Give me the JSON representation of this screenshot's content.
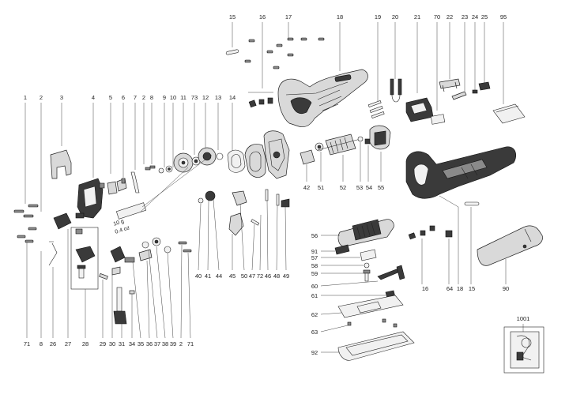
{
  "labels": {
    "top": [
      "15",
      "16",
      "17",
      "18",
      "19",
      "20",
      "21",
      "70",
      "22",
      "23",
      "24",
      "25",
      "95"
    ],
    "left_top": [
      "1",
      "2",
      "3",
      "4",
      "5",
      "6",
      "7",
      "2",
      "8",
      "9",
      "10",
      "11",
      "73",
      "12",
      "13",
      "14"
    ],
    "mid": [
      "42",
      "51",
      "52",
      "53",
      "54",
      "55"
    ],
    "bottom_left": [
      "71",
      "8",
      "26",
      "27",
      "28",
      "29",
      "30",
      "31",
      "34",
      "35",
      "36",
      "37",
      "38",
      "39",
      "2",
      "71"
    ],
    "bottom_mid": [
      "40",
      "41",
      "44",
      "45",
      "50",
      "47",
      "72",
      "46",
      "48",
      "49"
    ],
    "base_parts": [
      "56",
      "91",
      "57",
      "58",
      "59",
      "60",
      "61",
      "62",
      "63",
      "92"
    ],
    "right_side": [
      "16",
      "64",
      "18",
      "15",
      "90"
    ],
    "inset": "1001"
  },
  "grease_note": {
    "line1": "10 g",
    "line2": "0.4 oz"
  }
}
